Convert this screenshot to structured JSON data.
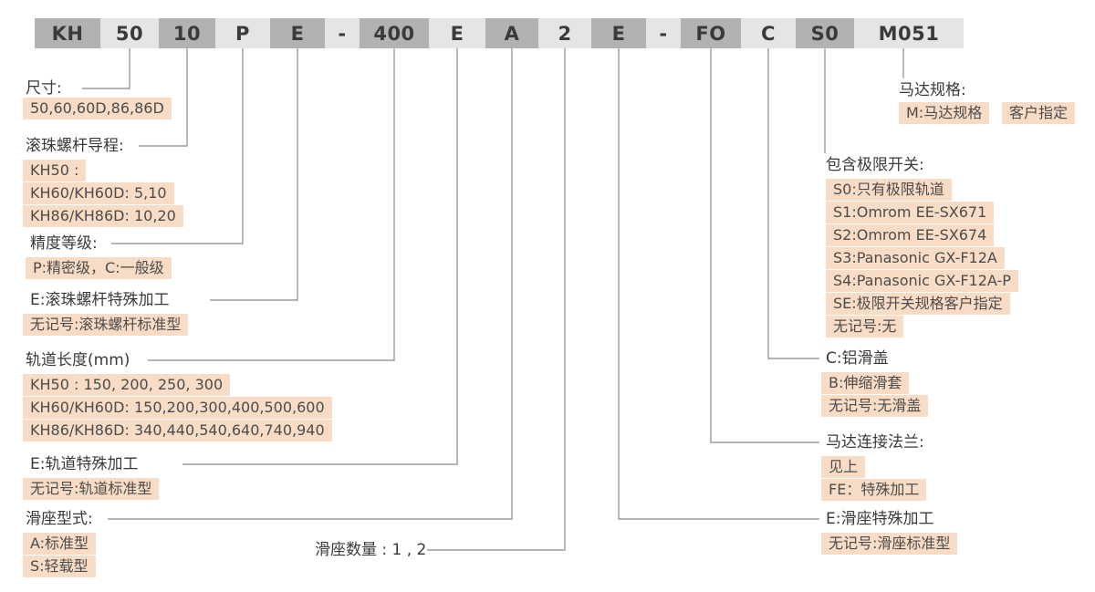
{
  "code": {
    "segments": [
      "KH",
      "50",
      "10",
      "P",
      "E",
      "-",
      "400",
      "E",
      "A",
      "2",
      "E",
      "-",
      "FO",
      "C",
      "S0",
      "M051"
    ]
  },
  "left": {
    "size": {
      "label": "尺寸:",
      "items": [
        "50,60,60D,86,86D"
      ]
    },
    "lead": {
      "label": "滚珠螺杆导程:",
      "items": [
        "KH50 :",
        "KH60/KH60D: 5,10",
        "KH86/KH86D: 10,20"
      ]
    },
    "accuracy": {
      "label": "精度等级:",
      "items": [
        "P:精密级，C:一般级"
      ]
    },
    "screw_special": {
      "label": "E:滚珠螺杆特殊加工",
      "items": [
        "无记号:滚珠螺杆标准型"
      ]
    },
    "rail_length": {
      "label": "轨道长度(mm)",
      "items": [
        "KH50 : 150, 200, 250, 300",
        "KH60/KH60D: 150,200,300,400,500,600",
        "KH86/KH86D: 340,440,540,640,740,940"
      ]
    },
    "rail_special": {
      "label": "E:轨道特殊加工",
      "items": [
        "无记号:轨道标准型"
      ]
    },
    "slider_type": {
      "label": "滑座型式:",
      "items": [
        "A:标准型",
        "S:轻载型"
      ]
    },
    "slider_count": {
      "label": "滑座数量 : 1 , 2"
    }
  },
  "right": {
    "motor_spec": {
      "label": "马达规格:",
      "items": [
        "M:马达规格",
        "客户指定"
      ]
    },
    "limit_switch": {
      "label": "包含极限开关:",
      "items": [
        "S0:只有极限轨道",
        "S1:Omrom EE-SX671",
        "S2:Omrom EE-SX674",
        "S3:Panasonic GX-F12A",
        "S4:Panasonic GX-F12A-P",
        "SE:极限开关规格客户指定",
        "无记号:无"
      ]
    },
    "cover": {
      "label": "C:铝滑盖",
      "items": [
        "B:伸缩滑套",
        "无记号:无滑盖"
      ]
    },
    "flange": {
      "label": "马达连接法兰:",
      "items": [
        "见上",
        "FE：特殊加工"
      ]
    },
    "slider_special": {
      "label": "E:滑座特殊加工",
      "items": [
        "无记号:滑座标准型"
      ]
    }
  },
  "colors": {
    "bar_bg": "#e5e5e5",
    "segment_dark_bg": "#b2b2b2",
    "highlight_bg": "#f8dcc5",
    "connector_line": "#9b9b9b",
    "text": "#3a3a3a"
  }
}
